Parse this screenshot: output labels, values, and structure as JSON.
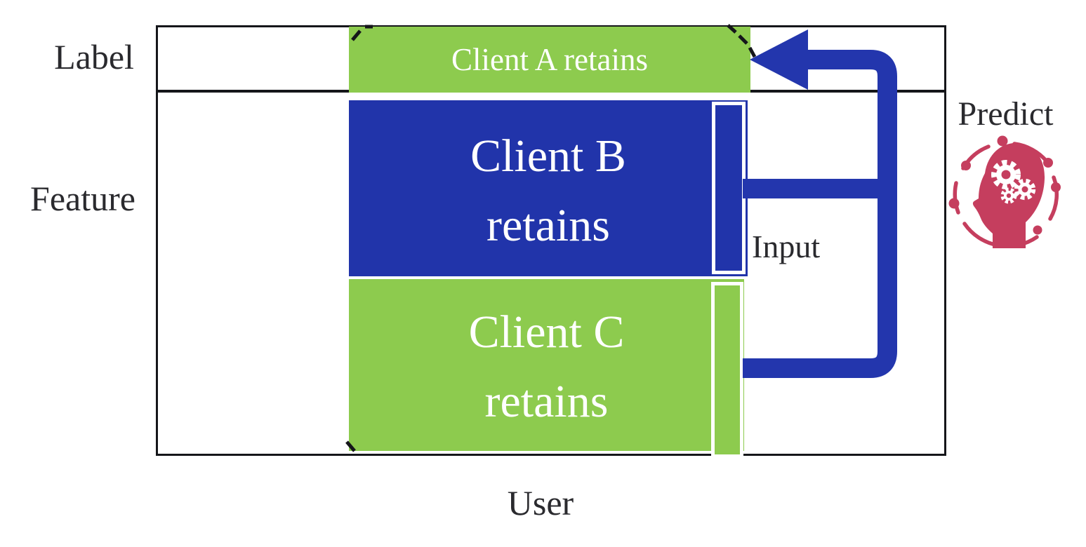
{
  "figure": {
    "description": "Vertical federated learning data-partition diagram",
    "table_rows": [
      "Label",
      "Feature"
    ],
    "table_column": "User"
  },
  "labels": {
    "label": "Label",
    "feature": "Feature",
    "user": "User",
    "input": "Input",
    "predict": "Predict"
  },
  "clients": {
    "a": {
      "text": "Client A retains"
    },
    "b": {
      "line1": "Client B",
      "line2": "retains"
    },
    "c": {
      "line1": "Client C",
      "line2": "retains"
    }
  },
  "icons": {
    "predict": "brain-gears-icon"
  },
  "colors": {
    "background": "#ffffff",
    "green": "#8dcb4e",
    "blue": "#2134aa",
    "arrow": "#2336ad",
    "table_line": "#15161a",
    "text": "#2a2a2e",
    "icon_crimson": "#c53e5e",
    "box_text": "#ffffff"
  }
}
